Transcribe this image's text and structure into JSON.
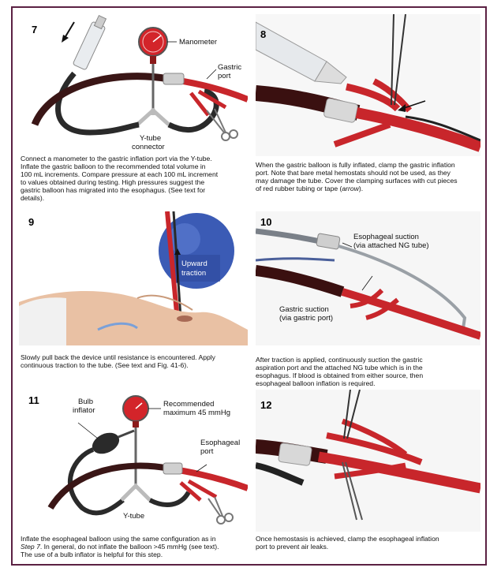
{
  "figure": {
    "border_color": "#5b2143",
    "tube_color": "#c8262b",
    "gauge_color": "#d3242a",
    "bulb_color": "#3b5bb5"
  },
  "steps": [
    {
      "number": "7",
      "labels": {
        "manometer": "Manometer",
        "gastric_port_1": "Gastric",
        "gastric_port_2": "port",
        "ytube_1": "Y-tube",
        "ytube_2": "connector"
      },
      "caption": [
        "Connect a manometer to the gastric inflation port via the Y-tube.",
        "Inflate the gastric balloon to the recommended total volume in",
        "100 mL increments. Compare pressure at each 100 mL increment",
        "to values obtained during testing. High pressures suggest the",
        "gastric balloon has migrated into the esophagus. (See text for",
        "details)."
      ]
    },
    {
      "number": "8",
      "caption": [
        "When the gastric balloon is fully inflated, clamp the gastric inflation",
        "port. Note that bare metal hemostats should not be used, as they",
        "may damage the tube. Cover the clamping surfaces with cut pieces",
        "of red rubber tubing or tape ("
      ],
      "caption_arrow": "arrow",
      "caption_end": ")."
    },
    {
      "number": "9",
      "labels": {
        "upward_1": "Upward",
        "upward_2": "traction"
      },
      "caption": [
        "Slowly pull back the device until resistance is encountered. Apply",
        "continuous traction to the tube. (See text and Fig. 41-6)."
      ]
    },
    {
      "number": "10",
      "labels": {
        "eso_1": "Esophageal suction",
        "eso_2": "(via attached NG tube)",
        "gas_1": "Gastric suction",
        "gas_2": "(via gastric port)"
      },
      "caption": [
        "After traction is applied, continuously suction the gastric",
        "aspiration port and the attached NG tube which is in the",
        "esophagus. If blood is obtained from either source, then",
        "esophageal balloon inflation is required."
      ]
    },
    {
      "number": "11",
      "labels": {
        "bulb_1": "Bulb",
        "bulb_2": "inflator",
        "rec_1": "Recommended",
        "rec_2": "maximum 45 mmHg",
        "esoport_1": "Esophageal",
        "esoport_2": "port",
        "ytube": "Y-tube"
      },
      "caption_line1_start": "Inflate the esophageal balloon using the same configuration as in",
      "caption_step": "Step 7",
      "caption_line2_rest": ". In general, do not inflate the balloon >45 mmHg (see text).",
      "caption_line3": "The use of a bulb inflator is helpful for this step."
    },
    {
      "number": "12",
      "caption": [
        "Once hemostasis is achieved, clamp the esophageal inflation",
        "port to prevent air leaks."
      ]
    }
  ]
}
